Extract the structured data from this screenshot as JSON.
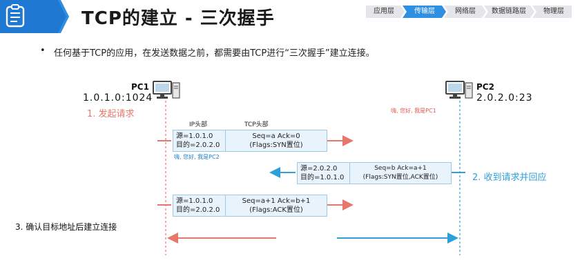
{
  "header": {
    "title": "TCP的建立 - 三次握手",
    "breadcrumb": [
      "应用层",
      "传输层",
      "网络层",
      "数据链路层",
      "物理层"
    ],
    "active_index": 1
  },
  "bullet": "任何基于TCP的应用，在发送数据之前，都需要由TCP进行“三次握手”建立连接。",
  "pc1": {
    "name": "PC1",
    "address": "1.0.1.0:1024"
  },
  "pc2": {
    "name": "PC2",
    "address": "2.0.2.0:23"
  },
  "steps": {
    "step1": "1. 发起请求",
    "step2": "2. 收到请求并回应",
    "step3": "3. 确认目标地址后建立连接"
  },
  "greetings": {
    "pc1_greeting": "嗨, 您好, 我是PC1",
    "pc2_greeting": "嗨, 您好, 我是PC2"
  },
  "column_headers": {
    "ip": "IP头部",
    "tcp": "TCP头部"
  },
  "packets": [
    {
      "ip_src": "源=1.0.1.0",
      "ip_dst": "目的=2.0.2.0",
      "tcp_line1": "Seq=a  Ack=0",
      "tcp_line2": "(Flags:SYN置位)"
    },
    {
      "ip_src": "源=2.0.2.0",
      "ip_dst": "目的=1.0.1.0",
      "tcp_line1": "Seq=b Ack=a+1",
      "tcp_line2": "(Flags:SYN置位,ACK置位)"
    },
    {
      "ip_src": "源=1.0.1.0",
      "ip_dst": "目的=2.0.2.0",
      "tcp_line1": "Seq=a+1  Ack=b+1",
      "tcp_line2": "(Flags:ACK置位)"
    }
  ],
  "colors": {
    "red": "#e8776b",
    "blue": "#2ea0d8",
    "accent": "#2f8fe0"
  },
  "icons": {
    "logo": "clipboard-icon",
    "pc": "computer-icon"
  }
}
